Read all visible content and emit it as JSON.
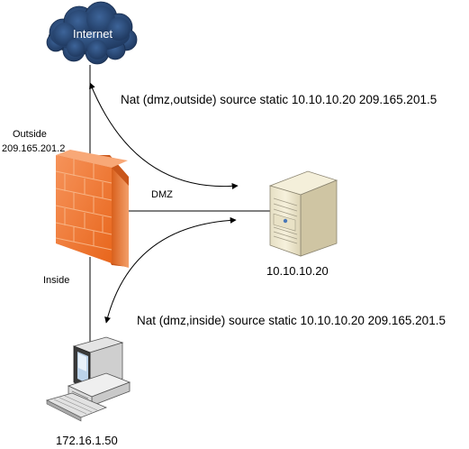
{
  "internet": {
    "label": "Internet"
  },
  "firewall": {
    "outside_label": "Outside",
    "outside_ip": "209.165.201.2",
    "dmz_label": "DMZ",
    "inside_label": "Inside"
  },
  "server": {
    "ip": "10.10.10.20"
  },
  "workstation": {
    "ip": "172.16.1.50"
  },
  "nat_rules": {
    "outside": "Nat (dmz,outside) source static 10.10.10.20 209.165.201.5",
    "inside": "Nat (dmz,inside) source static 10.10.10.20 209.165.201.5"
  },
  "colors": {
    "firewall": "#f07a2c",
    "cloud": "#2a4a78",
    "server_body": "#f0ead2",
    "line": "#000000"
  }
}
